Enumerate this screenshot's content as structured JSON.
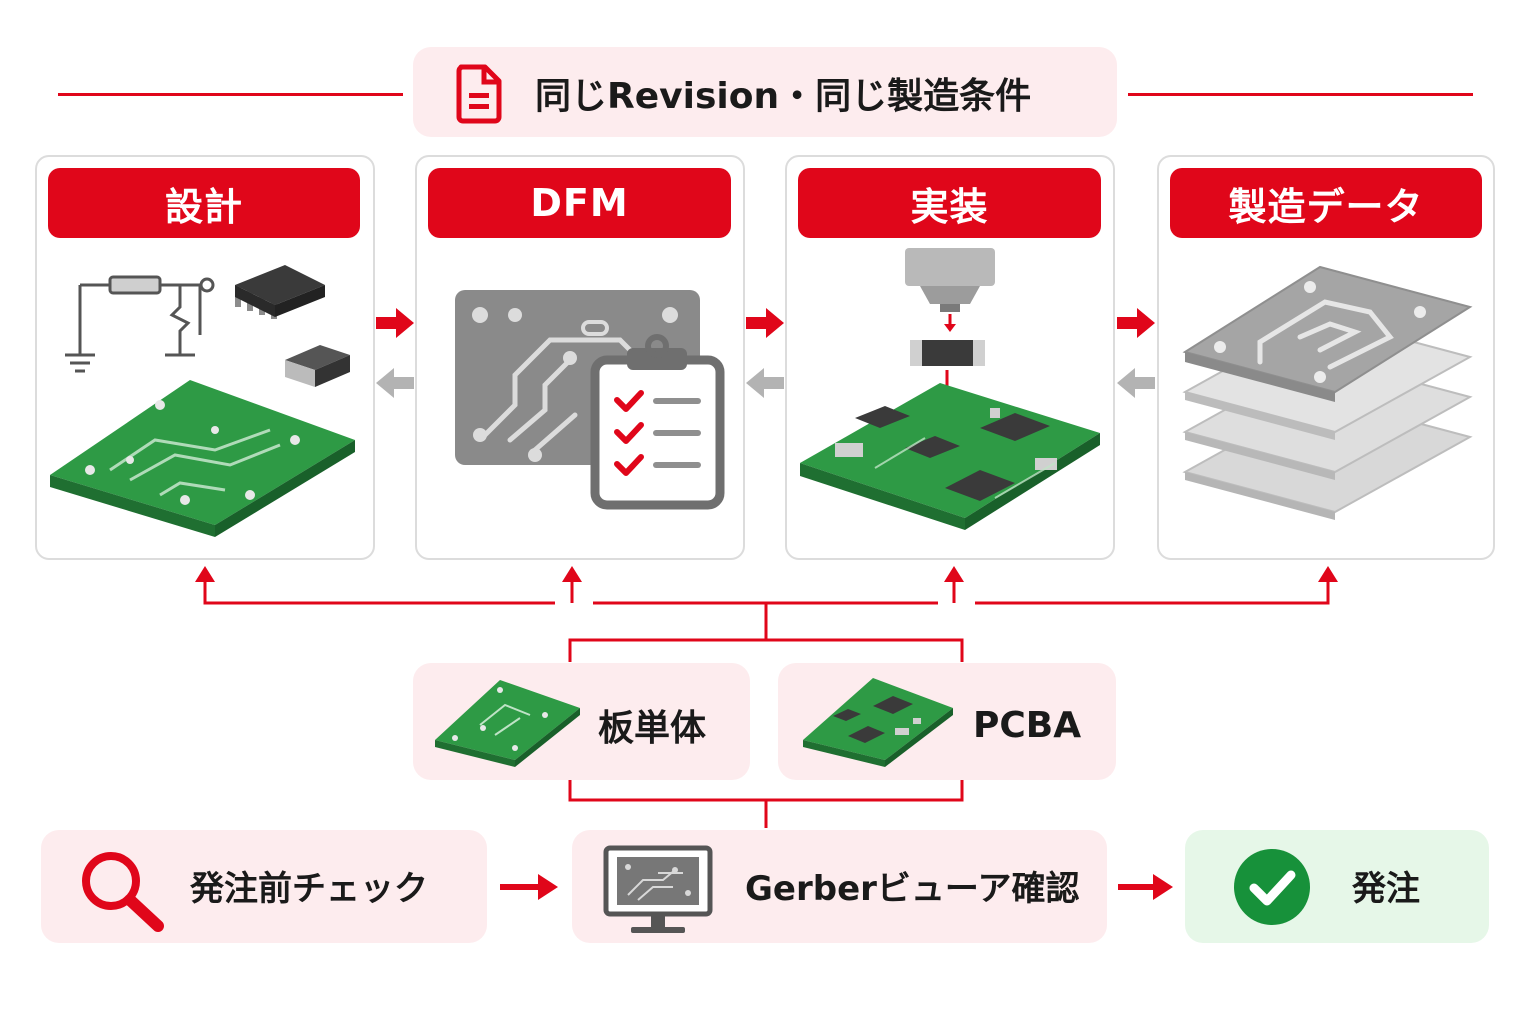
{
  "banner": {
    "text": "同じRevision・同じ製造条件",
    "icon": "document-icon"
  },
  "steps": [
    {
      "label": "設計",
      "icon": "schematic-pcb-icon"
    },
    {
      "label": "DFM",
      "icon": "dfm-checklist-icon"
    },
    {
      "label": "実装",
      "icon": "pick-and-place-icon"
    },
    {
      "label": "製造データ",
      "icon": "layer-stack-icon"
    }
  ],
  "variants": [
    {
      "label": "板単体",
      "icon": "bare-board-icon"
    },
    {
      "label": "PCBA",
      "icon": "assembled-board-icon"
    }
  ],
  "flow": [
    {
      "label": "発注前チェック",
      "icon": "search-icon"
    },
    {
      "label": "Gerberビューア確認",
      "icon": "monitor-icon"
    },
    {
      "label": "発注",
      "icon": "check-circle-icon"
    }
  ],
  "colors": {
    "accent": "#e0061a",
    "pink": "#fdecee",
    "green": "#e6f7e8",
    "pcb": "#2e9a45",
    "gray": "#9a9a9a"
  }
}
